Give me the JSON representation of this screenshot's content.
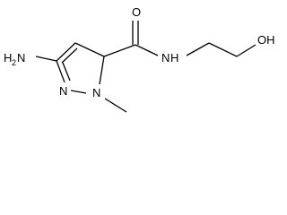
{
  "molecule": {
    "labels": {
      "amino_n": "H",
      "amino_h2": "2",
      "amino_n_symbol": "N",
      "carbonyl_o": "O",
      "amide_n": "N",
      "amide_h": "H",
      "ring_n2": "N",
      "ring_n1": "N",
      "hydroxyl": "OH"
    }
  }
}
